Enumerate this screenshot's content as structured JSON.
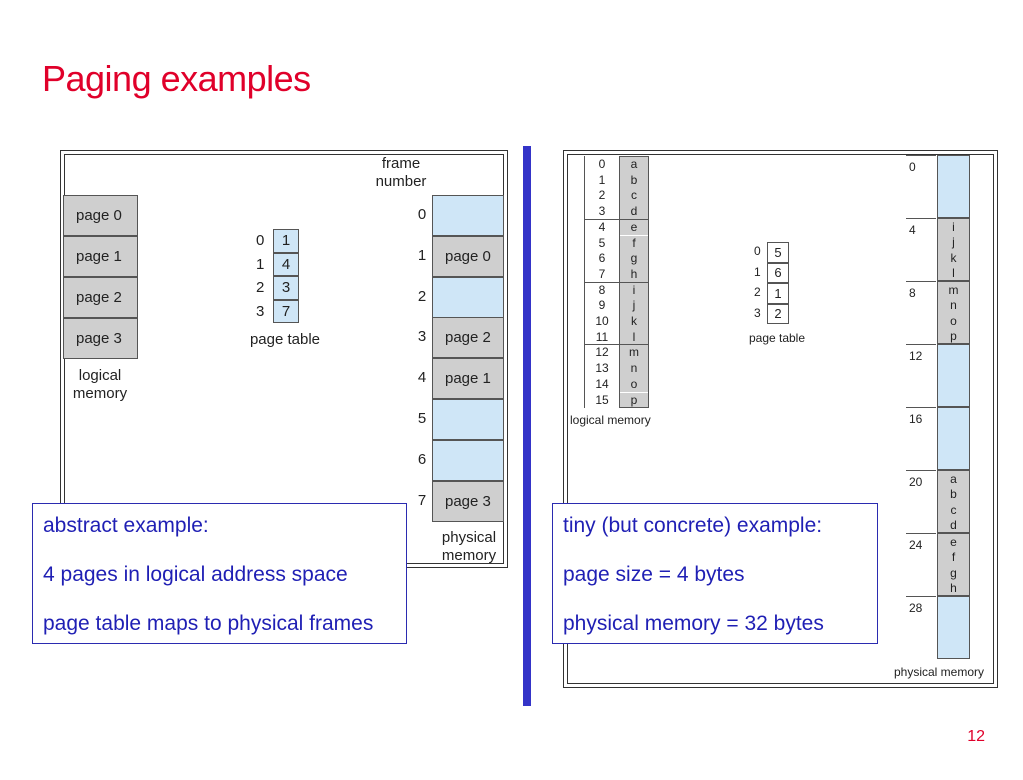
{
  "title": "Paging examples",
  "page_number": "12",
  "left": {
    "frame_number_label": "frame\nnumber",
    "logical_pages": [
      "page 0",
      "page 1",
      "page 2",
      "page 3"
    ],
    "logical_label": "logical\nmemory",
    "page_table": {
      "indices": [
        "0",
        "1",
        "2",
        "3"
      ],
      "frames": [
        "1",
        "4",
        "3",
        "7"
      ],
      "label": "page table"
    },
    "physical": {
      "frame_numbers": [
        "0",
        "1",
        "2",
        "3",
        "4",
        "5",
        "6",
        "7"
      ],
      "contents": [
        "",
        "page 0",
        "",
        "page 2",
        "page 1",
        "",
        "",
        "page 3"
      ],
      "label": "physical\nmemory"
    },
    "callout": {
      "lines": [
        "abstract example:",
        "4 pages in logical address space",
        "page table maps to physical frames"
      ]
    }
  },
  "right": {
    "logical": {
      "addresses": [
        "0",
        "1",
        "2",
        "3",
        "4",
        "5",
        "6",
        "7",
        "8",
        "9",
        "10",
        "11",
        "12",
        "13",
        "14",
        "15"
      ],
      "letters": [
        "a",
        "b",
        "c",
        "d",
        "e",
        "f",
        "g",
        "h",
        "i",
        "j",
        "k",
        "l",
        "m",
        "n",
        "o",
        "p"
      ],
      "label": "logical memory"
    },
    "page_table": {
      "indices": [
        "0",
        "1",
        "2",
        "3"
      ],
      "frames": [
        "5",
        "6",
        "1",
        "2"
      ],
      "label": "page table"
    },
    "physical": {
      "addresses": [
        "0",
        "4",
        "8",
        "12",
        "16",
        "20",
        "24",
        "28"
      ],
      "frames": [
        [],
        [
          "i",
          "j",
          "k",
          "l"
        ],
        [
          "m",
          "n",
          "o",
          "p"
        ],
        [],
        [],
        [
          "a",
          "b",
          "c",
          "d"
        ],
        [
          "e",
          "f",
          "g",
          "h"
        ],
        []
      ],
      "label": "physical memory"
    },
    "callout": {
      "lines": [
        "tiny (but concrete) example:",
        "page size = 4 bytes",
        "physical memory = 32 bytes"
      ]
    }
  }
}
